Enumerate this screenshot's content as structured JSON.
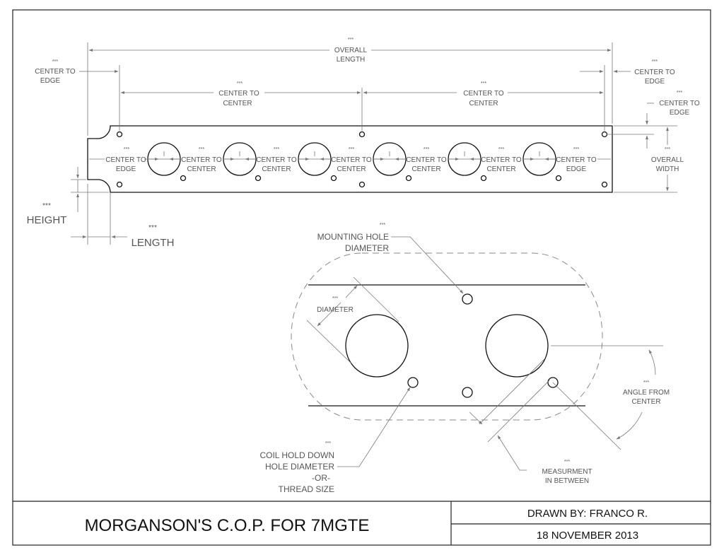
{
  "stars": "***",
  "labels": {
    "overall_length": [
      "OVERALL",
      "LENGTH"
    ],
    "center_to_edge_left": [
      "CENTER TO",
      "EDGE"
    ],
    "center_to_edge_right": [
      "CENTER TO",
      "EDGE"
    ],
    "center_to_edge_right2": [
      "CENTER TO",
      "EDGE"
    ],
    "center_to_center_1": [
      "CENTER TO",
      "CENTER"
    ],
    "center_to_center_2": [
      "CENTER TO",
      "CENTER"
    ],
    "overall_width": [
      "OVERALL",
      "WIDTH"
    ],
    "in_plate": [
      [
        "CENTER TO",
        "EDGE"
      ],
      [
        "CENTER TO",
        "CENTER"
      ],
      [
        "CENTER TO",
        "CENTER"
      ],
      [
        "CENTER TO",
        "CENTER"
      ],
      [
        "CENTER TO",
        "CENTER"
      ],
      [
        "CENTER TO",
        "CENTER"
      ],
      [
        "CENTER TO",
        "EDGE"
      ]
    ],
    "height": "HEIGHT",
    "length": "LENGTH",
    "mounting_hole": [
      "MOUNTING  HOLE",
      "DIAMETER"
    ],
    "diameter": "DIAMETER",
    "angle": [
      "ANGLE FROM",
      "CENTER"
    ],
    "coil_hold": [
      "COIL HOLD DOWN",
      "HOLE DIAMETER",
      "-OR-",
      "THREAD SIZE"
    ],
    "measurement": [
      "MEASURMENT",
      "IN BETWEEN"
    ]
  },
  "title_block": {
    "title": "MORGANSON'S C.O.P. FOR 7MGTE",
    "drawn_by": "DRAWN BY: FRANCO R.",
    "date": "18 NOVEMBER 2013"
  }
}
